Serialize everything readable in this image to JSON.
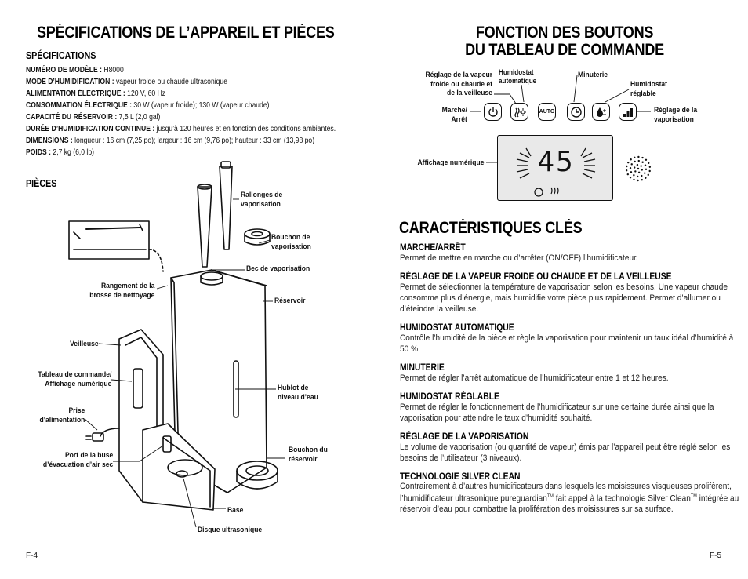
{
  "left": {
    "title": "SPÉCIFICATIONS DE L’APPAREIL ET PIÈCES",
    "spec_heading": "SPÉCIFICATIONS",
    "specs": [
      {
        "label": "NUMÉRO DE MODÈLE :",
        "value": " H8000"
      },
      {
        "label": "MODE D’HUMIDIFICATION :",
        "value": "  vapeur froide ou chaude ultrasonique"
      },
      {
        "label": "ALIMENTATION ÉLECTRIQUE :",
        "value": " 120 V, 60 Hz"
      },
      {
        "label": "CONSOMMATION ÉLECTRIQUE :",
        "value": " 30 W (vapeur froide); 130 W (vapeur chaude)"
      },
      {
        "label": "CAPACITÉ DU RÉSERVOIR :",
        "value": "  7,5 L (2,0 gal)"
      },
      {
        "label": "DURÉE D’HUMIDIFICATION CONTINUE :",
        "value": " jusqu’à 120 heures et en fonction des conditions ambiantes."
      },
      {
        "label": "DIMENSIONS :",
        "value": " longueur : 16 cm (7,25 po); largeur : 16 cm (9,76 po); hauteur : 33 cm (13,98 po)"
      },
      {
        "label": "POIDS :",
        "value": " 2,7 kg (6,0 lb)"
      }
    ],
    "parts_heading": "PIÈCES",
    "parts": {
      "rallonges": [
        "Rallonges de",
        "vaporisation"
      ],
      "bouchon_vap": [
        "Bouchon de",
        "vaporisation"
      ],
      "bec": "Bec de vaporisation",
      "rangement": [
        "Rangement de la",
        "brosse de nettoyage"
      ],
      "reservoir": "Réservoir",
      "veilleuse": "Veilleuse",
      "tableau": [
        "Tableau de commande/",
        "Affichage numérique"
      ],
      "hublot": [
        "Hublot de",
        "niveau d’eau"
      ],
      "prise": [
        "Prise",
        "d’alimentation"
      ],
      "port": [
        "Port de la buse",
        "d’évacuation d’air sec"
      ],
      "bouchon_res": [
        "Bouchon du",
        "réservoir"
      ],
      "base": "Base",
      "disque": "Disque ultrasonique"
    },
    "page": "F-4"
  },
  "right": {
    "title_l1": "FONCTION DES BOUTONS",
    "title_l2": "DU TABLEAU DE COMMANDE",
    "labels": {
      "reglage_vapeur": [
        "Réglage de la vapeur",
        "froide ou chaude et",
        "de la veilleuse"
      ],
      "humidostat_auto": [
        "Humidostat",
        "automatique"
      ],
      "minuterie": "Minuterie",
      "humidostat_reg": [
        "Humidostat",
        "réglable"
      ],
      "marche": [
        "Marche/",
        "Arrêt"
      ],
      "reglage_vap": [
        "Réglage de la",
        "vaporisation"
      ],
      "affichage": "Affichage numérique"
    },
    "buttons": {
      "auto": "AUTO"
    },
    "display_value": "45",
    "features_title": "CARACTÉRISTIQUES CLÉS",
    "features": [
      {
        "heading": "MARCHE/ARRÊT",
        "text": "Permet de mettre en marche ou d’arrêter (ON/OFF) l’humidificateur."
      },
      {
        "heading": "RÉGLAGE DE LA VAPEUR FROIDE OU CHAUDE ET DE LA VEILLEUSE",
        "text": "Permet de sélectionner la température de vaporisation selon les besoins. Une vapeur chaude consomme plus d’énergie, mais humidifie votre pièce plus rapidement. Permet d’allumer ou d’éteindre la veilleuse."
      },
      {
        "heading": "HUMIDOSTAT AUTOMATIQUE",
        "text": "Contrôle l’humidité de la pièce et règle la vaporisation pour maintenir un taux idéal d’humidité à 50 %."
      },
      {
        "heading": "MINUTERIE",
        "text": "Permet de régler l’arrêt automatique de l’humidificateur entre 1 et 12 heures."
      },
      {
        "heading": "HUMIDOSTAT RÉGLABLE",
        "text": "Permet de régler le fonctionnement de l’humidificateur sur une certaine durée ainsi que la vaporisation pour atteindre le taux d’humidité souhaité."
      },
      {
        "heading": "RÉGLAGE DE LA VAPORISATION",
        "text": "Le volume de vaporisation (ou quantité de vapeur) émis par l’appareil peut être réglé selon les besoins de l’utilisateur (3 niveaux)."
      }
    ],
    "silver": {
      "heading": "TECHNOLOGIE SILVER CLEAN",
      "t1": "Contrairement à d’autres humidificateurs dans lesquels les moisissures visqueuses prolifèrent, l’humidificateur ultrasonique pureguardian",
      "tm": "TM",
      "t2": " fait appel à la technologie Silver Clean",
      "t3": " intégrée au réservoir d’eau pour combattre la prolifération des moisissures sur sa surface."
    },
    "page": "F-5"
  }
}
